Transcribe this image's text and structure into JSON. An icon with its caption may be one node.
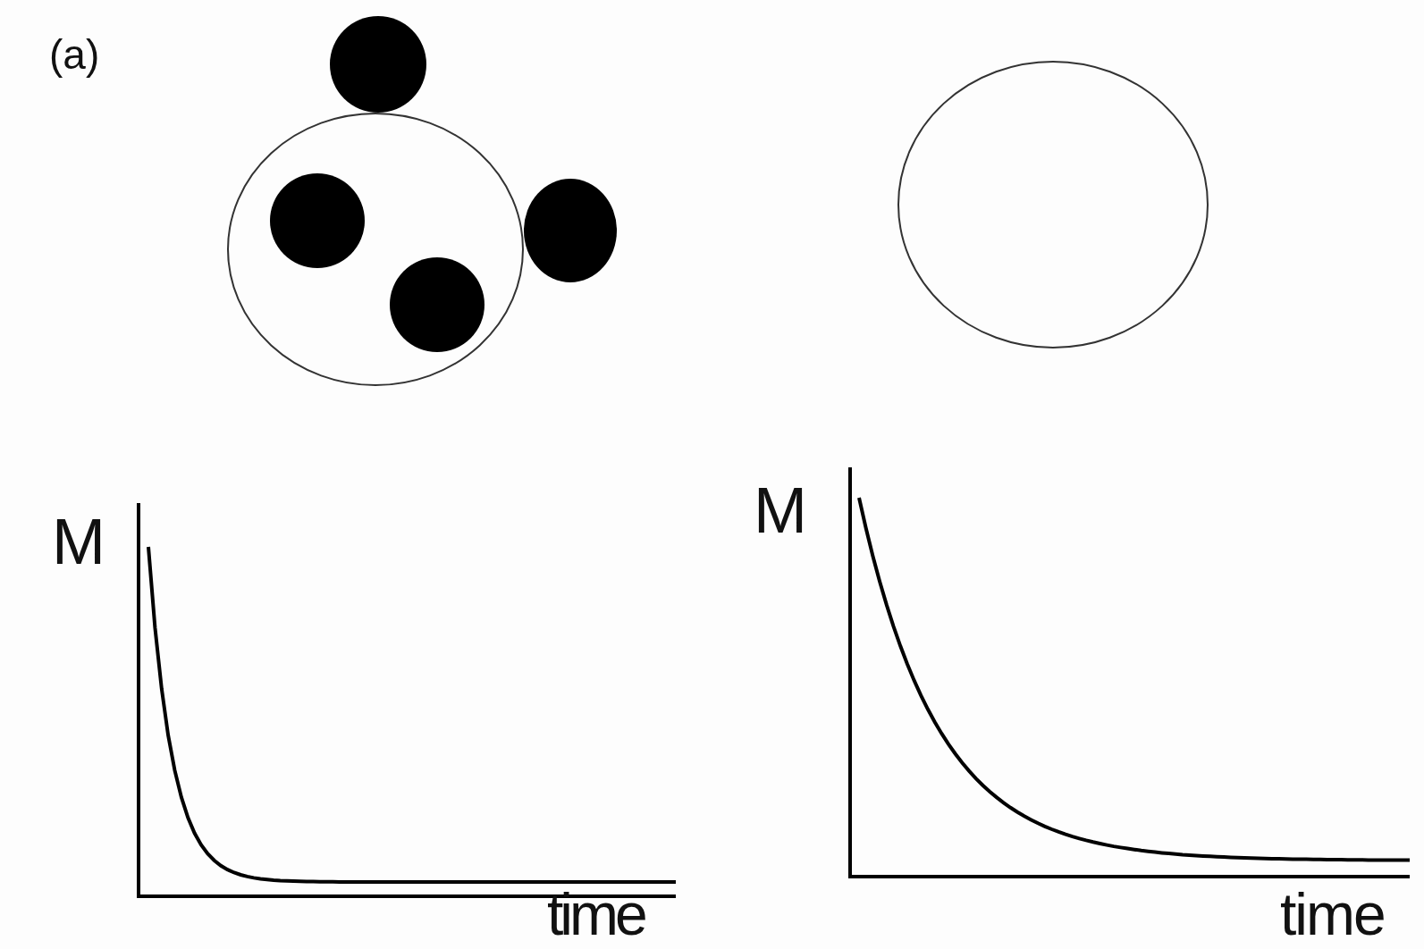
{
  "diagram": {
    "labels": [
      "(a)",
      "M",
      "time",
      "M",
      "time"
    ]
  }
}
